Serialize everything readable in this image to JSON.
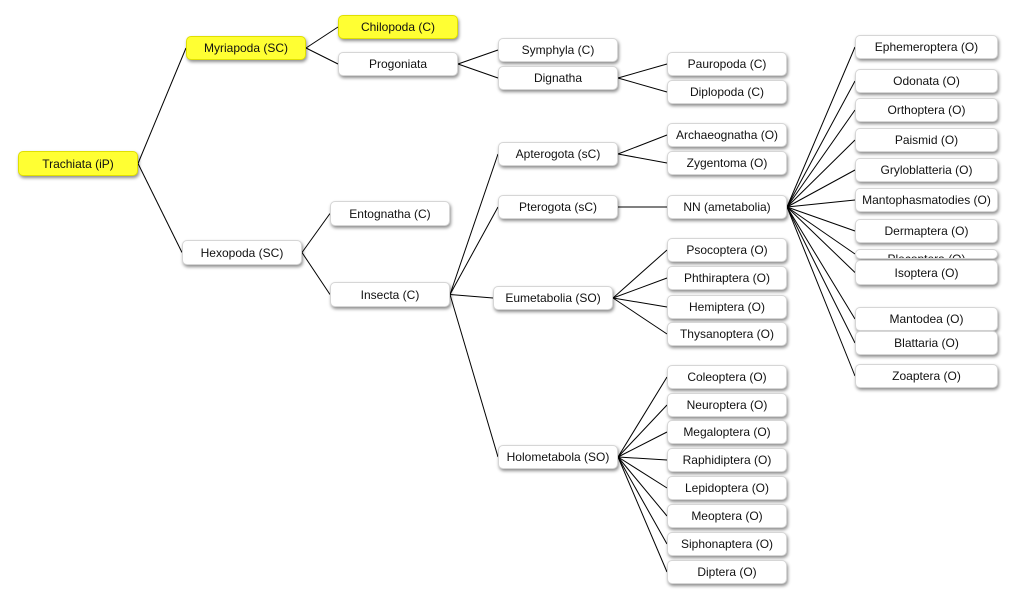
{
  "diagram": {
    "highlight_color": "#ffff33",
    "nodes": [
      {
        "id": "trachiata",
        "label": "Trachiata  (iP)",
        "highlighted": true
      },
      {
        "id": "myriapoda",
        "label": "Myriapoda (SC)",
        "highlighted": true
      },
      {
        "id": "chilopoda",
        "label": "Chilopoda (C)",
        "highlighted": true
      },
      {
        "id": "progoniata",
        "label": "Progoniata"
      },
      {
        "id": "symphyla",
        "label": "Symphyla (C)"
      },
      {
        "id": "dignatha",
        "label": "Dignatha"
      },
      {
        "id": "pauropoda",
        "label": "Pauropoda (C)"
      },
      {
        "id": "diplopoda",
        "label": "Diplopoda (C)"
      },
      {
        "id": "hexopoda",
        "label": "Hexopoda (SC)"
      },
      {
        "id": "entognatha",
        "label": "Entognatha (C)"
      },
      {
        "id": "insecta",
        "label": "Insecta (C)"
      },
      {
        "id": "apterogota",
        "label": "Apterogota (sC)"
      },
      {
        "id": "archaeognatha",
        "label": "Archaeognatha (O)"
      },
      {
        "id": "zygentoma",
        "label": "Zygentoma (O)"
      },
      {
        "id": "pterogota",
        "label": "Pterogota (sC)"
      },
      {
        "id": "nn",
        "label": "NN (ametabolia)"
      },
      {
        "id": "eumetabolia",
        "label": "Eumetabolia (SO)"
      },
      {
        "id": "psocoptera",
        "label": "Psocoptera (O)"
      },
      {
        "id": "phthiraptera",
        "label": "Phthiraptera (O)"
      },
      {
        "id": "hemiptera",
        "label": "Hemiptera (O)"
      },
      {
        "id": "thysanoptera",
        "label": "Thysanoptera (O)"
      },
      {
        "id": "holometabola",
        "label": "Holometabola (SO)"
      },
      {
        "id": "coleoptera",
        "label": "Coleoptera (O)"
      },
      {
        "id": "neuroptera",
        "label": "Neuroptera (O)"
      },
      {
        "id": "megaloptera",
        "label": "Megaloptera (O)"
      },
      {
        "id": "raphidiptera",
        "label": "Raphidiptera  (O)"
      },
      {
        "id": "lepidoptera",
        "label": "Lepidoptera (O)"
      },
      {
        "id": "meoptera",
        "label": "Meoptera (O)"
      },
      {
        "id": "siphonaptera",
        "label": "Siphonaptera (O)"
      },
      {
        "id": "diptera",
        "label": "Diptera (O)"
      },
      {
        "id": "ephemeroptera",
        "label": "Ephemeroptera (O)"
      },
      {
        "id": "odonata",
        "label": "Odonata (O)"
      },
      {
        "id": "orthoptera",
        "label": "Orthoptera (O)"
      },
      {
        "id": "paismid",
        "label": "Paismid (O)"
      },
      {
        "id": "gryloblatteria",
        "label": "Gryloblatteria (O)"
      },
      {
        "id": "mantophasmatodies",
        "label": "Mantophasmatodies (O)"
      },
      {
        "id": "dermaptera",
        "label": "Dermaptera (O)"
      },
      {
        "id": "plecoptera",
        "label": "Plecoptera (O)"
      },
      {
        "id": "isoptera",
        "label": "Isoptera (O)"
      },
      {
        "id": "mantodea",
        "label": "Mantodea (O)"
      },
      {
        "id": "blattaria",
        "label": "Blattaria (O)"
      },
      {
        "id": "zoaptera",
        "label": "Zoaptera (O)"
      }
    ],
    "edges": [
      [
        "trachiata",
        "myriapoda"
      ],
      [
        "trachiata",
        "hexopoda"
      ],
      [
        "myriapoda",
        "chilopoda"
      ],
      [
        "myriapoda",
        "progoniata"
      ],
      [
        "progoniata",
        "symphyla"
      ],
      [
        "progoniata",
        "dignatha"
      ],
      [
        "dignatha",
        "pauropoda"
      ],
      [
        "dignatha",
        "diplopoda"
      ],
      [
        "hexopoda",
        "entognatha"
      ],
      [
        "hexopoda",
        "insecta"
      ],
      [
        "insecta",
        "apterogota"
      ],
      [
        "insecta",
        "pterogota"
      ],
      [
        "insecta",
        "eumetabolia"
      ],
      [
        "insecta",
        "holometabola"
      ],
      [
        "apterogota",
        "archaeognatha"
      ],
      [
        "apterogota",
        "zygentoma"
      ],
      [
        "pterogota",
        "nn"
      ],
      [
        "eumetabolia",
        "psocoptera"
      ],
      [
        "eumetabolia",
        "phthiraptera"
      ],
      [
        "eumetabolia",
        "hemiptera"
      ],
      [
        "eumetabolia",
        "thysanoptera"
      ],
      [
        "holometabola",
        "coleoptera"
      ],
      [
        "holometabola",
        "neuroptera"
      ],
      [
        "holometabola",
        "megaloptera"
      ],
      [
        "holometabola",
        "raphidiptera"
      ],
      [
        "holometabola",
        "lepidoptera"
      ],
      [
        "holometabola",
        "meoptera"
      ],
      [
        "holometabola",
        "siphonaptera"
      ],
      [
        "holometabola",
        "diptera"
      ],
      [
        "nn",
        "ephemeroptera"
      ],
      [
        "nn",
        "odonata"
      ],
      [
        "nn",
        "orthoptera"
      ],
      [
        "nn",
        "paismid"
      ],
      [
        "nn",
        "gryloblatteria"
      ],
      [
        "nn",
        "mantophasmatodies"
      ],
      [
        "nn",
        "dermaptera"
      ],
      [
        "nn",
        "plecoptera"
      ],
      [
        "nn",
        "isoptera"
      ],
      [
        "nn",
        "mantodea"
      ],
      [
        "nn",
        "blattaria"
      ],
      [
        "nn",
        "zoaptera"
      ]
    ]
  }
}
